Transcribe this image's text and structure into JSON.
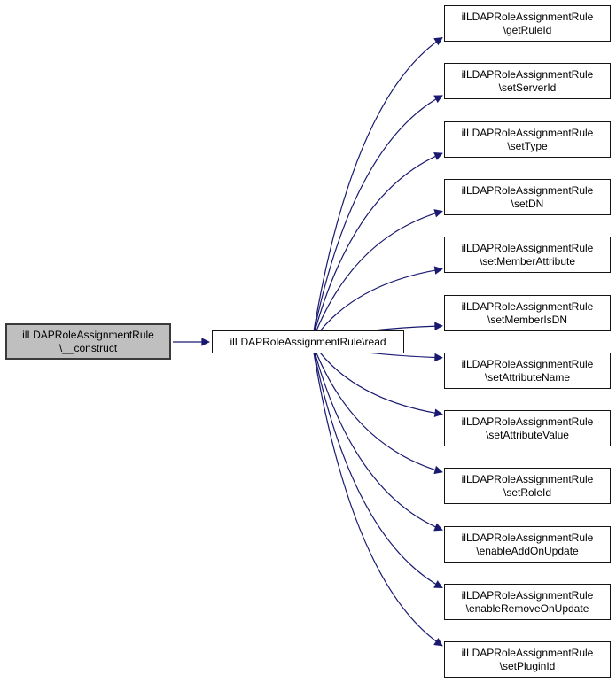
{
  "diagram": {
    "type": "call-graph",
    "root": {
      "line1": "ilLDAPRoleAssignmentRule",
      "line2": "\\__construct"
    },
    "mid": {
      "label": "ilLDAPRoleAssignmentRule\\read"
    },
    "targets": [
      {
        "line1": "ilLDAPRoleAssignmentRule",
        "line2": "\\getRuleId"
      },
      {
        "line1": "ilLDAPRoleAssignmentRule",
        "line2": "\\setServerId"
      },
      {
        "line1": "ilLDAPRoleAssignmentRule",
        "line2": "\\setType"
      },
      {
        "line1": "ilLDAPRoleAssignmentRule",
        "line2": "\\setDN"
      },
      {
        "line1": "ilLDAPRoleAssignmentRule",
        "line2": "\\setMemberAttribute"
      },
      {
        "line1": "ilLDAPRoleAssignmentRule",
        "line2": "\\setMemberIsDN"
      },
      {
        "line1": "ilLDAPRoleAssignmentRule",
        "line2": "\\setAttributeName"
      },
      {
        "line1": "ilLDAPRoleAssignmentRule",
        "line2": "\\setAttributeValue"
      },
      {
        "line1": "ilLDAPRoleAssignmentRule",
        "line2": "\\setRoleId"
      },
      {
        "line1": "ilLDAPRoleAssignmentRule",
        "line2": "\\enableAddOnUpdate"
      },
      {
        "line1": "ilLDAPRoleAssignmentRule",
        "line2": "\\enableRemoveOnUpdate"
      },
      {
        "line1": "ilLDAPRoleAssignmentRule",
        "line2": "\\setPluginId"
      }
    ],
    "edges": [
      {
        "from": "construct",
        "to": "read"
      },
      {
        "from": "read",
        "to": "getRuleId"
      },
      {
        "from": "read",
        "to": "setServerId"
      },
      {
        "from": "read",
        "to": "setType"
      },
      {
        "from": "read",
        "to": "setDN"
      },
      {
        "from": "read",
        "to": "setMemberAttribute"
      },
      {
        "from": "read",
        "to": "setMemberIsDN"
      },
      {
        "from": "read",
        "to": "setAttributeName"
      },
      {
        "from": "read",
        "to": "setAttributeValue"
      },
      {
        "from": "read",
        "to": "setRoleId"
      },
      {
        "from": "read",
        "to": "enableAddOnUpdate"
      },
      {
        "from": "read",
        "to": "enableRemoveOnUpdate"
      },
      {
        "from": "read",
        "to": "setPluginId"
      }
    ],
    "colors": {
      "edge": "#191970",
      "root_fill": "#bfbfbf",
      "root_border": "#3a3a3a",
      "node_fill": "#ffffff",
      "node_border": "#141414",
      "text": "#000000",
      "background": "#ffffff"
    }
  }
}
